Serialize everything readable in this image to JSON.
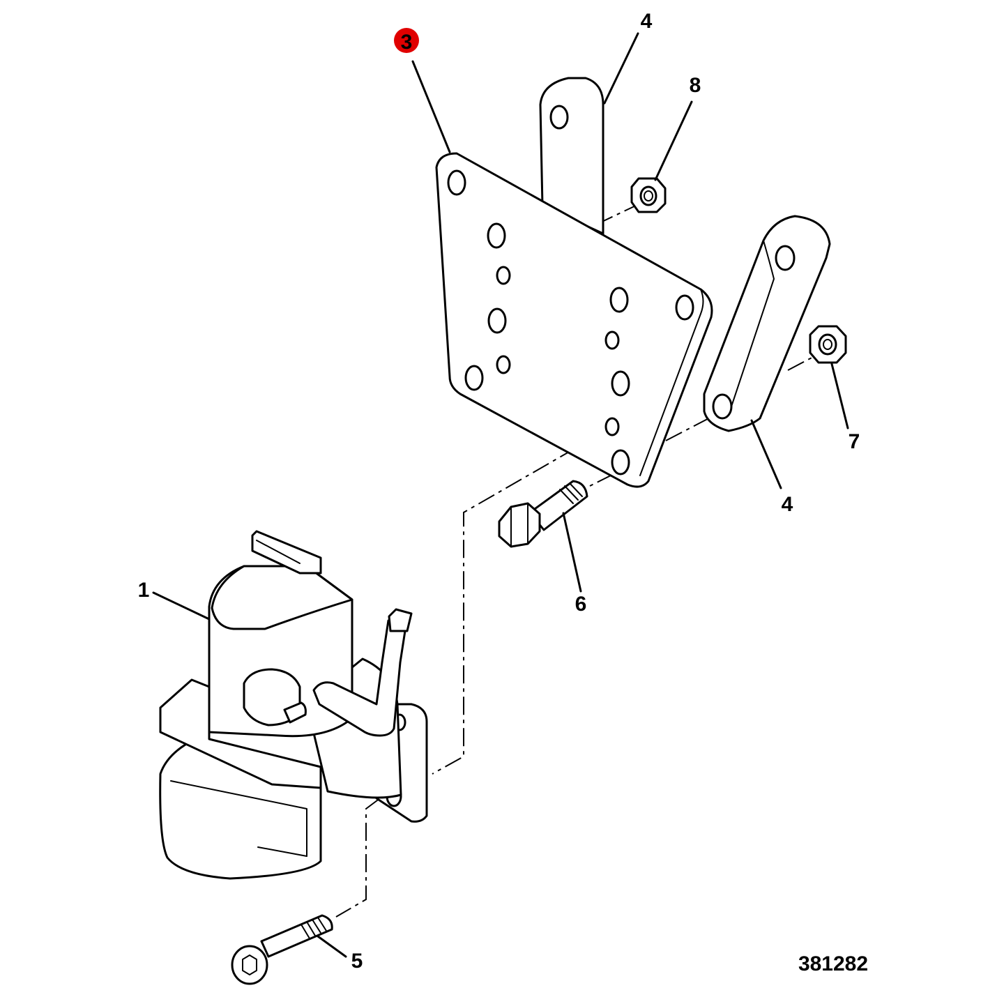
{
  "diagram": {
    "reference_number": "381282",
    "highlight_color": "#e00000",
    "callouts": [
      {
        "id": "1",
        "label": "1"
      },
      {
        "id": "3",
        "label": "3",
        "highlighted": true
      },
      {
        "id": "4a",
        "label": "4"
      },
      {
        "id": "4b",
        "label": "4"
      },
      {
        "id": "5",
        "label": "5"
      },
      {
        "id": "6",
        "label": "6"
      },
      {
        "id": "7",
        "label": "7"
      },
      {
        "id": "8",
        "label": "8"
      }
    ]
  }
}
